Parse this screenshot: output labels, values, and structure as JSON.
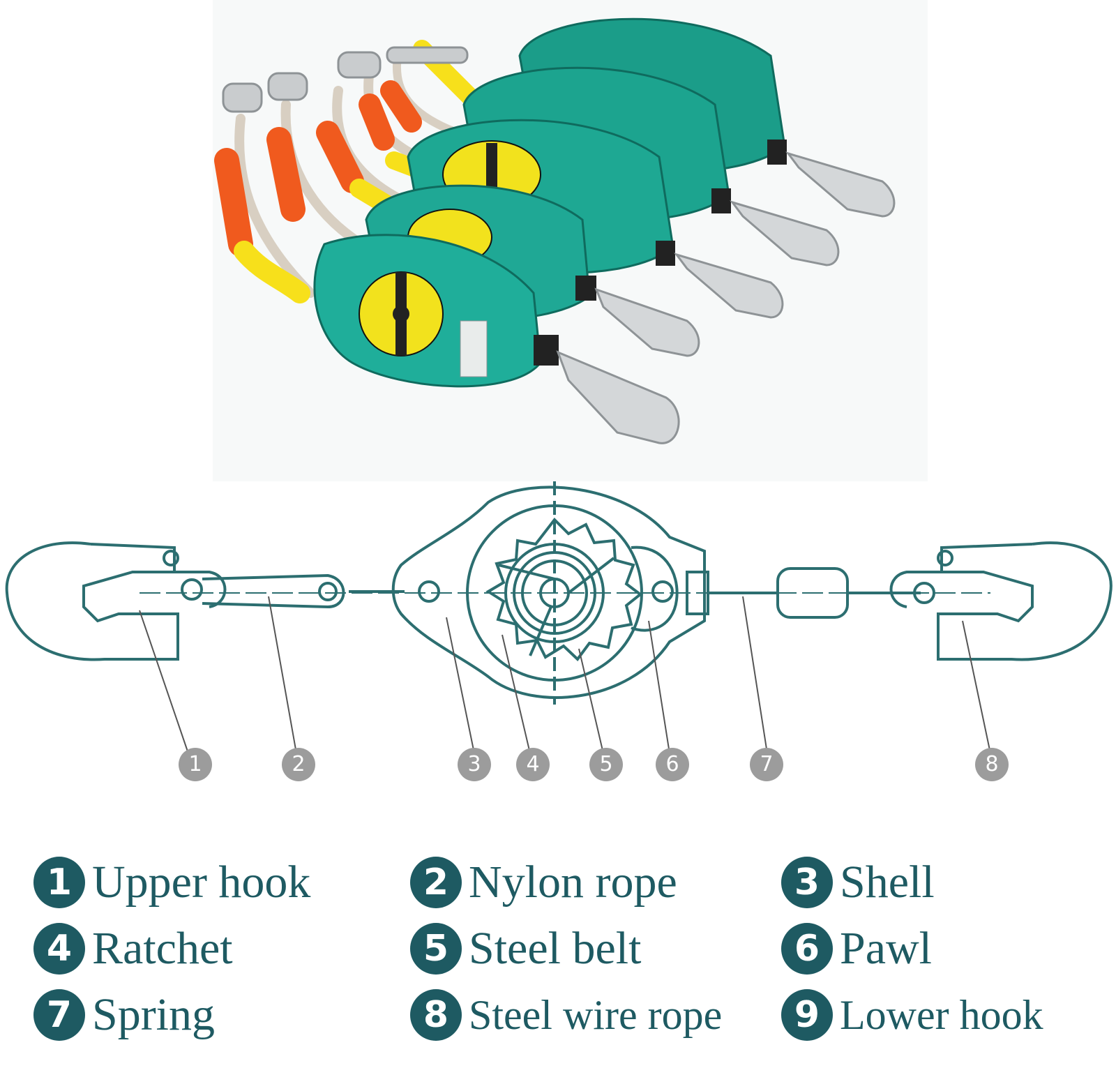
{
  "photo": {
    "description_icon": "retractable-fall-arrester-photo",
    "device_color": "#1fa38f",
    "label_color": "#f2e21d",
    "rope_colors": [
      "#f05a1e",
      "#f7e01b"
    ]
  },
  "diagram": {
    "line_color": "#2c6e70",
    "markers": [
      "1",
      "2",
      "3",
      "4",
      "5",
      "6",
      "7",
      "8"
    ]
  },
  "legend": {
    "items": [
      {
        "num": "1",
        "label": "Upper hook"
      },
      {
        "num": "2",
        "label": "Nylon rope"
      },
      {
        "num": "3",
        "label": "Shell"
      },
      {
        "num": "4",
        "label": "Ratchet"
      },
      {
        "num": "5",
        "label": "Steel belt"
      },
      {
        "num": "6",
        "label": "Pawl"
      },
      {
        "num": "7",
        "label": "Spring"
      },
      {
        "num": "8",
        "label": "Steel wire rope"
      },
      {
        "num": "9",
        "label": "Lower hook"
      }
    ],
    "color": "#1e5a62"
  }
}
